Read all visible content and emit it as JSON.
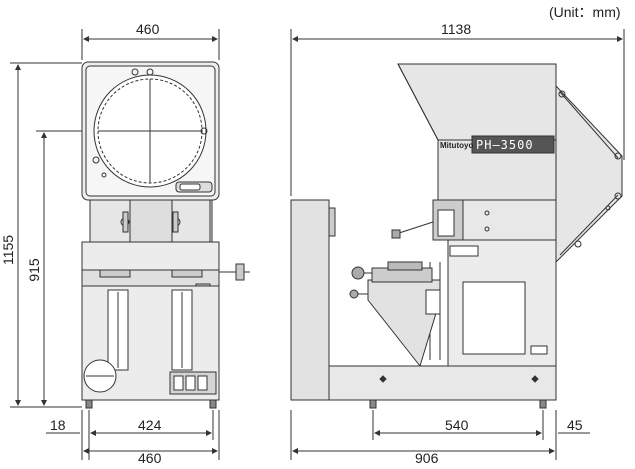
{
  "unit_label": "(Unit：mm)",
  "front_view": {
    "width_top": "460",
    "height_total": "1155",
    "height_stage": "915",
    "foot_offset": "18",
    "foot_span": "424",
    "width_bottom": "460"
  },
  "side_view": {
    "depth_total": "1138",
    "base_depth": "906",
    "foot_span": "540",
    "foot_offset": "45",
    "brand": "Mitutoyo",
    "model": "PH—3500"
  },
  "colors": {
    "line": "#333333",
    "panel": "#e8e8e8",
    "body": "#d9d9d9",
    "dark": "#444444"
  }
}
